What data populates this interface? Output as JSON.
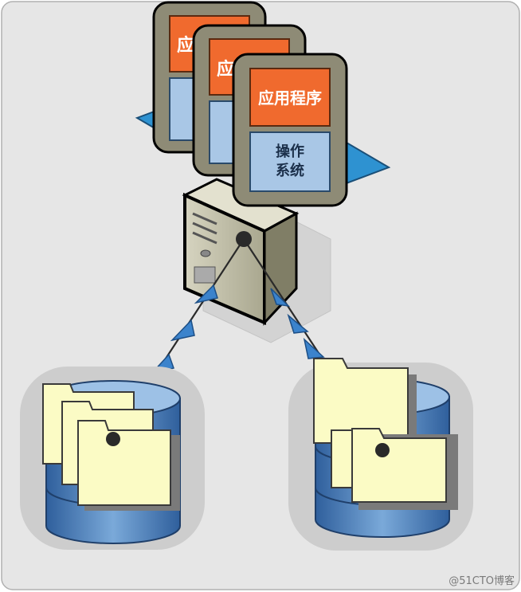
{
  "diagram": {
    "vm_app_label": "应用程序",
    "vm_app_label_short": "应",
    "vm_os_line1": "操作",
    "vm_os_line2": "系统"
  },
  "watermark": "@51CTO博客",
  "colors": {
    "panel": "#e4e4e4",
    "halo": "#cfcfcf",
    "platform": "#2f93d1",
    "card_frame": "#8e8b76",
    "app_box": "#f06a2e",
    "os_box": "#a9c7e6",
    "server_body": "#bdbba5",
    "server_side": "#7d7a62",
    "arrow": "#3b83cc",
    "folder": "#fbfbc5",
    "disk": "#4f86c2"
  }
}
